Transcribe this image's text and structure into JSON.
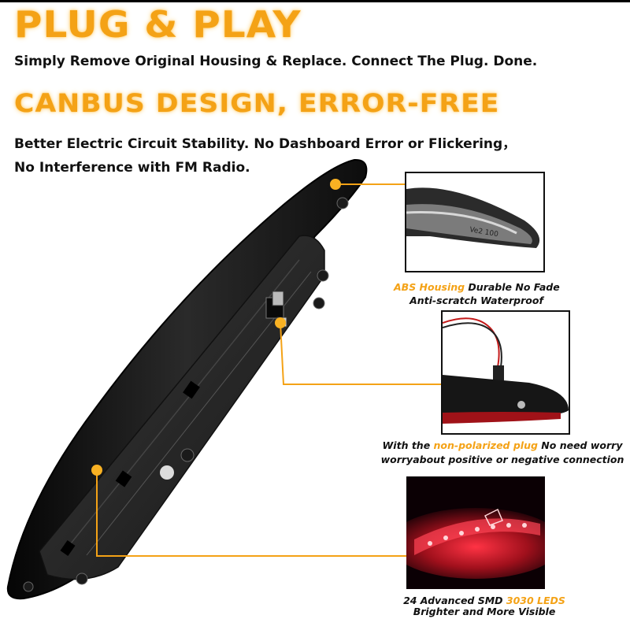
{
  "heading1": "PLUG & PLAY",
  "line1": "Simply Remove Original Housing & Replace. Connect The Plug. Done.",
  "heading2": "CANBUS DESIGN, ERROR-FREE",
  "line2": "Better Electric Circuit Stability. No Dashboard Error or Flickering，",
  "line3": "No Interference with FM Radio.",
  "callout1": {
    "highlight": "ABS Housing",
    "text_a": " Durable No Fade",
    "text_b": "Anti-scratch Waterproof",
    "housing_marking": "Ve2 100"
  },
  "callout2": {
    "prefix": "With the ",
    "highlight": "non-polarized plug",
    "suffix": " No need worry",
    "text_b": "worryabout positive or negative connection"
  },
  "callout3": {
    "prefix": "24 Advanced SMD ",
    "highlight": "3030 LEDS",
    "text_b": "Brighter and More Visible"
  },
  "colors": {
    "accent": "#f4a216",
    "text": "#111111",
    "led_red": "#e3142a"
  }
}
